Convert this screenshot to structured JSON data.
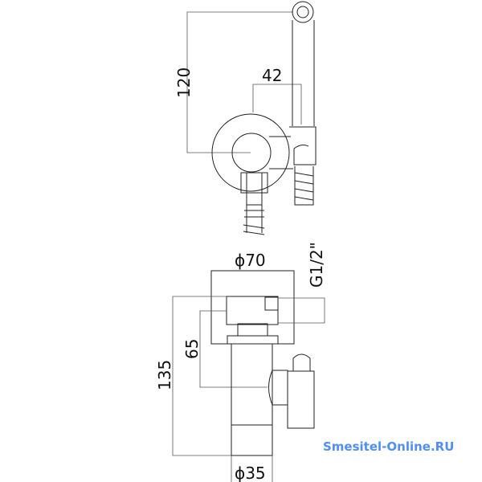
{
  "dimensions": {
    "side_height": "120",
    "side_offset": "42",
    "flange_diameter": "ϕ70",
    "thread": "G1/2\"",
    "total_height": "135",
    "outlet_height": "65",
    "body_diameter": "ϕ35"
  },
  "watermark": "Smesitel-Online.RU",
  "colors": {
    "line": "#222222",
    "watermark": "#4f8ff7"
  }
}
